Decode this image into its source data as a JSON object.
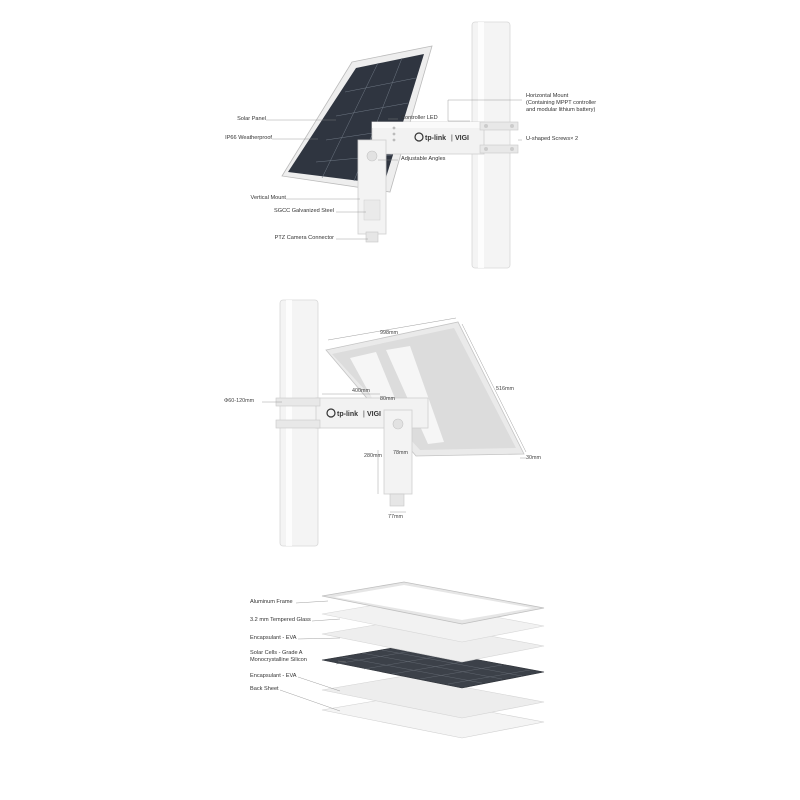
{
  "brand": {
    "logo": "tp-link",
    "divider": "|",
    "product": "VIGI"
  },
  "section1": {
    "labels": {
      "solar_panel": "Solar Panel",
      "weatherproof": "IP66 Weatherproof",
      "vertical_mount": "Vertical Mount",
      "steel": "SGCC Galvanized Steel",
      "ptz": "PTZ Camera Connector",
      "controller_led": "Controller LED",
      "adjustable": "Adjustable Angles",
      "horizontal_mount": [
        "Horizontal Mount",
        "(Containing MPPT controller",
        "and modular lithium battery)"
      ],
      "u_screws": "U-shaped Screws× 2"
    }
  },
  "section2": {
    "dimensions": {
      "width": "998mm",
      "height": "516mm",
      "thickness": "30mm",
      "pole": "Φ60-120mm",
      "arm": "400mm",
      "offset": "80mm",
      "vert_len": "280mm",
      "vert_w": "78mm",
      "bottom_w": "77mm"
    }
  },
  "section3": {
    "layers": [
      "Aluminum Frame",
      "3.2 mm Tempered Glass",
      "Encapsulant - EVA",
      [
        "Solar Cells - Grade A",
        "Monocrystalline Silicon"
      ],
      "Encapsulant - EVA",
      "Back Sheet"
    ]
  }
}
